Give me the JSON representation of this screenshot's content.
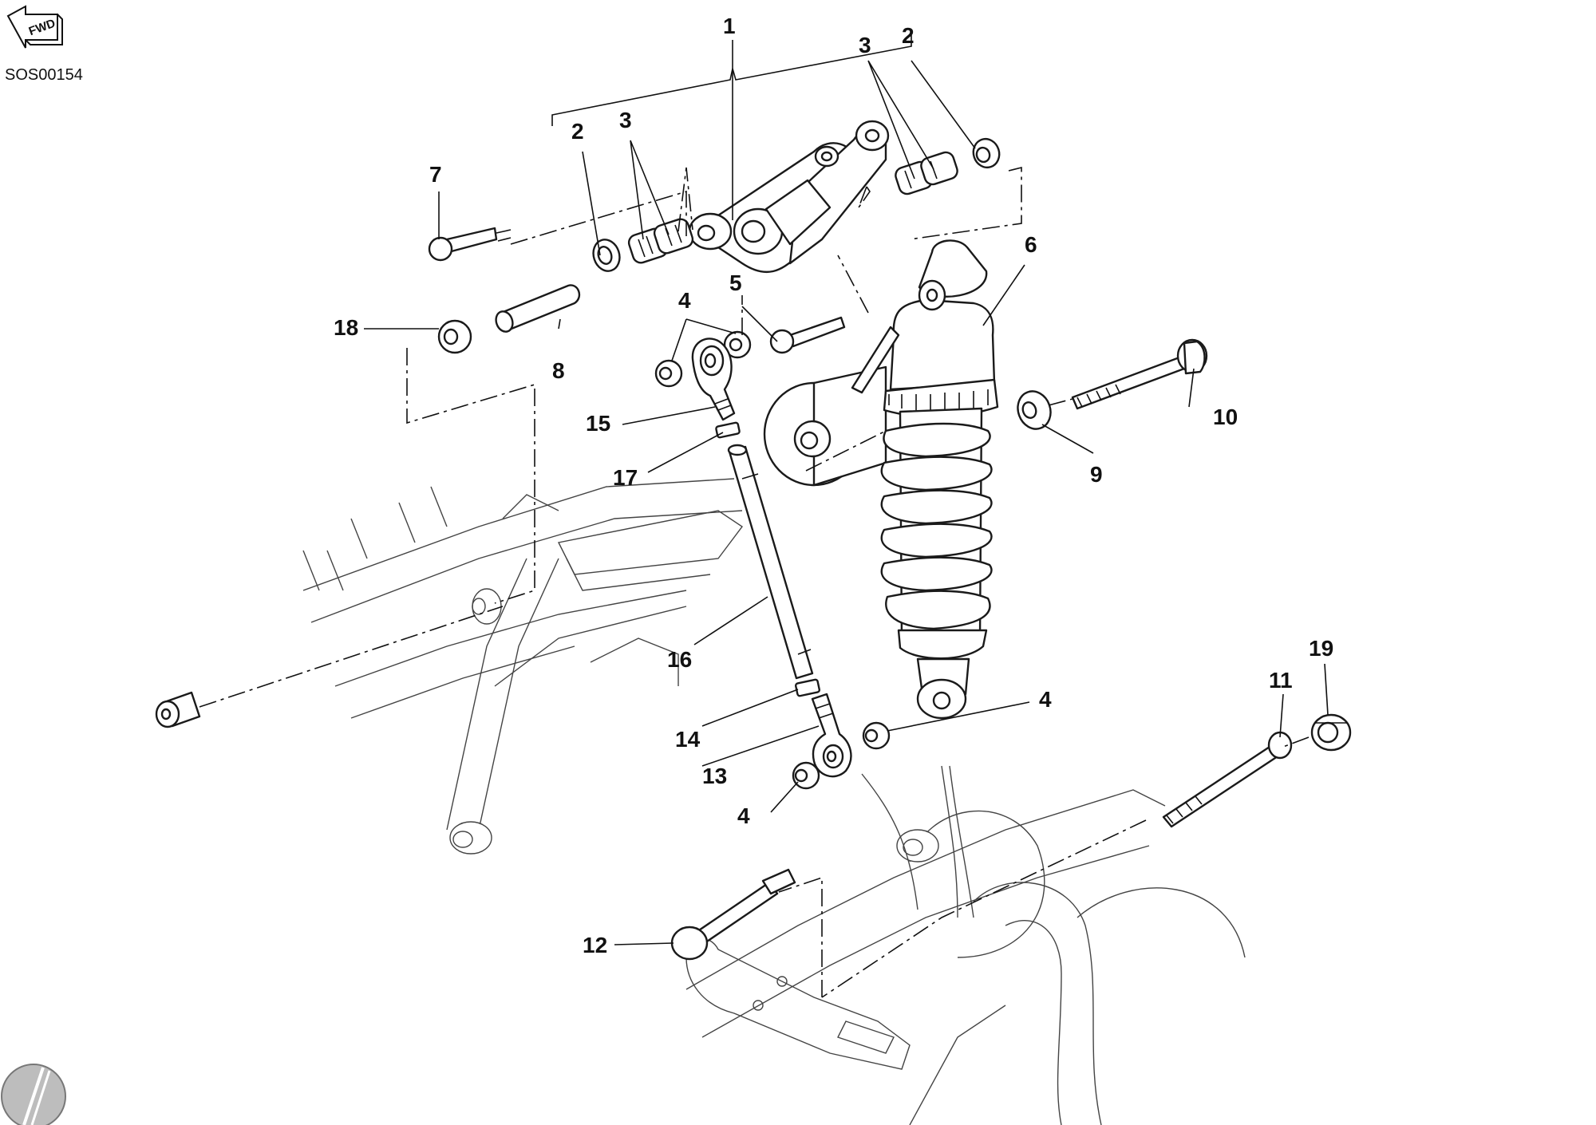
{
  "diagram": {
    "drawing_code": "SOS00154",
    "direction_label": "FWD",
    "callouts": [
      "1",
      "2",
      "3",
      "2",
      "3",
      "4",
      "4",
      "4",
      "5",
      "6",
      "7",
      "8",
      "9",
      "10",
      "11",
      "12",
      "13",
      "14",
      "15",
      "16",
      "17",
      "18",
      "19"
    ]
  },
  "colors": {
    "line": "#1a1a1a",
    "background": "#ffffff"
  }
}
